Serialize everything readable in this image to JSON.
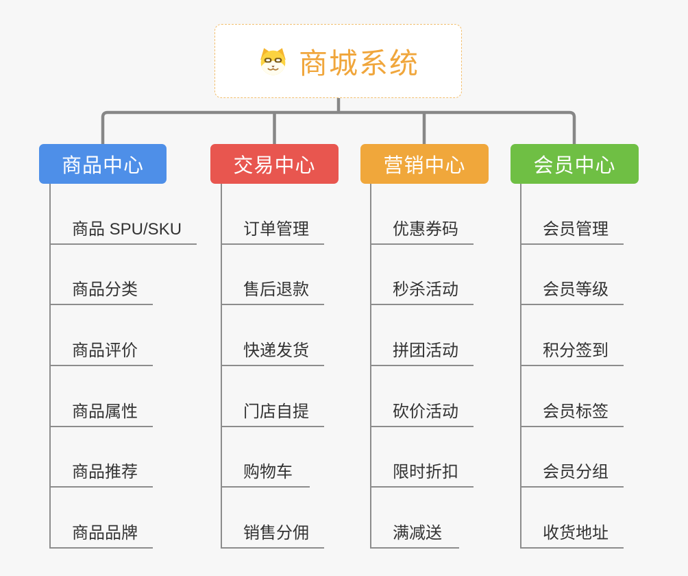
{
  "root": {
    "title": "商城系统",
    "icon": "dog-face-icon"
  },
  "branches": [
    {
      "title": "商品中心",
      "color": "#4E8FE8",
      "items": [
        "商品 SPU/SKU",
        "商品分类",
        "商品评价",
        "商品属性",
        "商品推荐",
        "商品品牌"
      ]
    },
    {
      "title": "交易中心",
      "color": "#E8564F",
      "items": [
        "订单管理",
        "售后退款",
        "快递发货",
        "门店自提",
        "购物车",
        "销售分佣"
      ]
    },
    {
      "title": "营销中心",
      "color": "#F0A73B",
      "items": [
        "优惠券码",
        "秒杀活动",
        "拼团活动",
        "砍价活动",
        "限时折扣",
        "满减送"
      ]
    },
    {
      "title": "会员中心",
      "color": "#6FBF44",
      "items": [
        "会员管理",
        "会员等级",
        "积分签到",
        "会员标签",
        "会员分组",
        "收货地址"
      ]
    }
  ],
  "colors": {
    "background": "#F7F7F7",
    "root_text": "#F0A63C",
    "root_border": "#F2BE6C",
    "connector": "#878787",
    "leaf_line": "#8C8C8C",
    "leaf_text": "#333333",
    "header_text": "#FFFFFF"
  }
}
